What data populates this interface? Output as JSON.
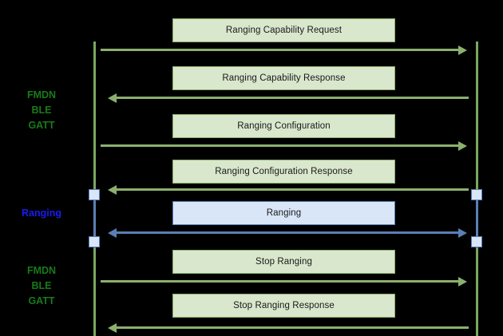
{
  "diagram": {
    "title": "Ranging sequence diagram",
    "colors": {
      "background": "#000000",
      "lifeline_green": "#7aa861",
      "lifeline_blue": "#5b7fb5",
      "box_green_fill": "#d9e7cc",
      "box_green_border": "#8bb06d",
      "box_blue_fill": "#d9e6f8",
      "box_blue_border": "#5b7fb5",
      "label_green": "#1a7a1a",
      "label_blue": "#1a1af0",
      "text": "#1a1a1a"
    },
    "side_labels": [
      {
        "lines": [
          "FMDN",
          "BLE",
          "GATT"
        ],
        "color": "green"
      },
      {
        "lines": [
          "Ranging"
        ],
        "color": "blue"
      },
      {
        "lines": [
          "FMDN",
          "BLE",
          "GATT"
        ],
        "color": "green"
      }
    ],
    "messages": [
      {
        "label": "Ranging Capability Request",
        "direction": "right",
        "style": "green"
      },
      {
        "label": "Ranging Capability Response",
        "direction": "left",
        "style": "green"
      },
      {
        "label": "Ranging Configuration",
        "direction": "right",
        "style": "green"
      },
      {
        "label": "Ranging Configuration Response",
        "direction": "left",
        "style": "green"
      },
      {
        "label": "Ranging",
        "direction": "both",
        "style": "blue"
      },
      {
        "label": "Stop Ranging",
        "direction": "right",
        "style": "green"
      },
      {
        "label": "Stop Ranging Response",
        "direction": "left",
        "style": "green"
      }
    ]
  }
}
